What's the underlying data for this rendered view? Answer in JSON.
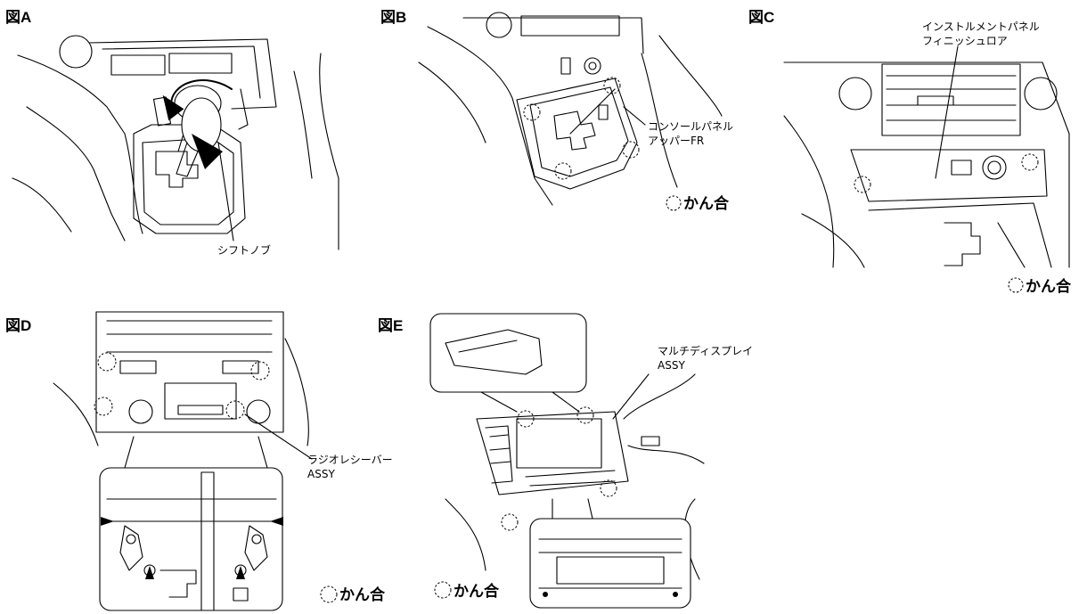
{
  "figures": [
    {
      "id": "A",
      "label": "図A",
      "callouts": [
        "シフトノブ"
      ]
    },
    {
      "id": "B",
      "label": "図B",
      "callouts": [
        "コンソールパネル",
        "アッパーFR"
      ],
      "legend": "かん合"
    },
    {
      "id": "C",
      "label": "図C",
      "callouts": [
        "インストルメントパネル",
        "フィニッシュロア"
      ],
      "legend": "かん合"
    },
    {
      "id": "D",
      "label": "図D",
      "callouts": [
        "ラジオレシーバー",
        "ASSY"
      ],
      "legend": "かん合"
    },
    {
      "id": "E",
      "label": "図E",
      "callouts": [
        "マルチディスプレイ",
        "ASSY"
      ],
      "legend": "かん合"
    }
  ]
}
